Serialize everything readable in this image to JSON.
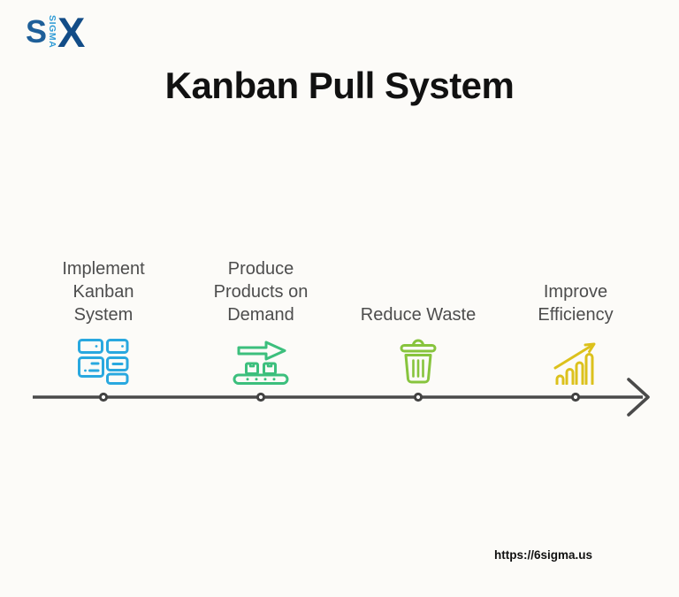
{
  "logo": {
    "s": "S",
    "sigma": "SIGMA",
    "x": "X",
    "colors": {
      "s": "#1E5F99",
      "sigma": "#2E9BD6",
      "x": "#124C87"
    }
  },
  "title": "Kanban Pull System",
  "timeline": {
    "line_color": "#4A4A4A",
    "node_fill": "#FFFFFF",
    "steps": [
      {
        "label": "Implement\nKanban\nSystem",
        "icon": "kanban-board-icon",
        "color": "#29A8DF"
      },
      {
        "label": "Produce\nProducts on\nDemand",
        "icon": "conveyor-belt-icon",
        "color": "#3CBF7D"
      },
      {
        "label": "Reduce Waste",
        "icon": "trash-can-icon",
        "color": "#87C43D"
      },
      {
        "label": "Improve\nEfficiency",
        "icon": "bar-chart-growth-icon",
        "color": "#DCC11C"
      }
    ]
  },
  "footer": {
    "url": "https://6sigma.us"
  }
}
